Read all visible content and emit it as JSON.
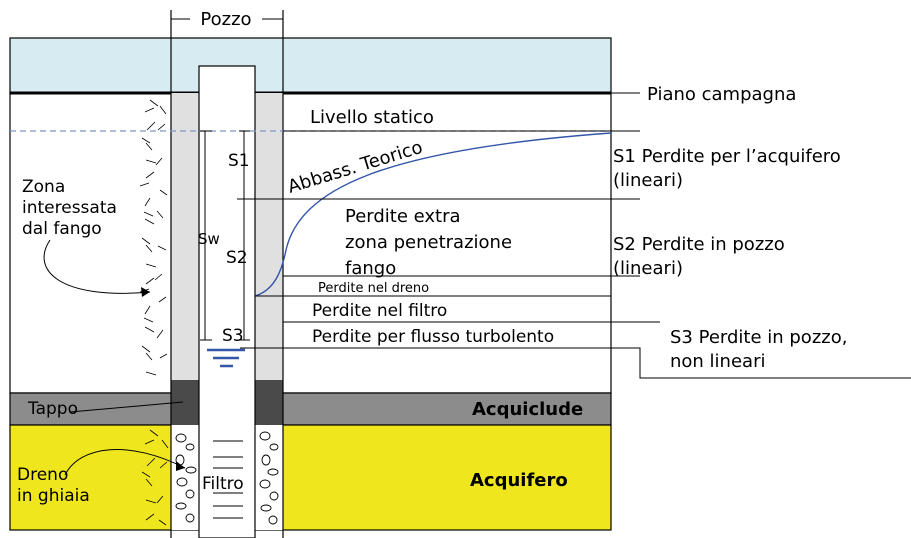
{
  "labels": {
    "pozzo": "Pozzo",
    "piano_campagna": "Piano campagna",
    "livello_statico": "Livello statico",
    "abbass_teorico": "Abbass. Teorico",
    "zona_l1": "Zona",
    "zona_l2": "interessata",
    "zona_l3": "dal fango",
    "s1": "S1",
    "s2": "S2",
    "s3": "S3",
    "sw": "Sw",
    "extra_l1": "Perdite extra",
    "extra_l2": "zona penetrazione",
    "extra_l3": "fango",
    "dreno_loss": "Perdite nel dreno",
    "filtro_loss": "Perdite nel filtro",
    "turbolento": "Perdite per flusso turbolento",
    "s1_desc_l1": "S1 Perdite per l’acquifero",
    "s1_desc_l2": "(lineari)",
    "s2_desc_l1": "S2 Perdite in pozzo",
    "s2_desc_l2": "(lineari)",
    "s3_desc_l1": "S3 Perdite in pozzo,",
    "s3_desc_l2": "non lineari",
    "tappo": "Tappo",
    "acquiclude": "Acquiclude",
    "acquifero": "Acquifero",
    "dreno_l1": "Dreno",
    "dreno_l2": "in ghiaia",
    "filtro": "Filtro"
  },
  "colors": {
    "sky": "#d6ecf2",
    "aquiclude": "#8c8c8c",
    "aquifer": "#f0e61e",
    "casing": "#e0e0e0",
    "plug": "#4a4a4a",
    "curve": "#3355aa",
    "water_marker": "#3355aa"
  }
}
